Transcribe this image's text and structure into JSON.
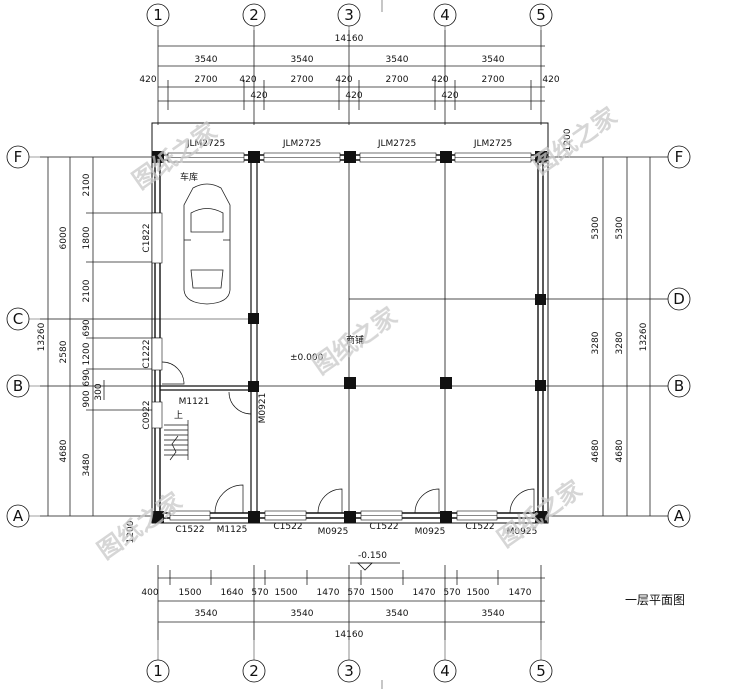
{
  "axes_vertical": [
    "1",
    "2",
    "3",
    "4",
    "5"
  ],
  "axes_horizontal_left": [
    "F",
    "C",
    "B",
    "A"
  ],
  "axes_horizontal_right": [
    "F",
    "D",
    "B",
    "A"
  ],
  "dims_top": {
    "total": "14160",
    "bays": [
      "3540",
      "3540",
      "3540",
      "3540"
    ],
    "sub_row1": [
      "420",
      "2700",
      "420",
      "2700",
      "420",
      "2700",
      "420",
      "2700",
      "420"
    ],
    "sub_row2": [
      "420",
      "420",
      "420"
    ]
  },
  "dims_bottom": {
    "sub": [
      "400",
      "1500",
      "1640",
      "570",
      "1500",
      "1470",
      "570",
      "1500",
      "1470",
      "570",
      "1500",
      "1470"
    ],
    "bays": [
      "3540",
      "3540",
      "3540",
      "3540"
    ],
    "total": "14160"
  },
  "dims_left": {
    "total": "13260",
    "major": [
      "6000",
      "2580",
      "4680"
    ],
    "minor": [
      "2100",
      "1800",
      "2100",
      "690",
      "1200",
      "690",
      "900",
      "3480"
    ],
    "tiny": [
      "300",
      "1200"
    ]
  },
  "dims_right": {
    "major": [
      "5300",
      "3280",
      "4680"
    ],
    "minor": [
      "5300",
      "3280",
      "4680"
    ],
    "total": "13260",
    "tiny": "1200"
  },
  "labels": {
    "top_windows": [
      "JLM2725",
      "JLM2725",
      "JLM2725",
      "JLM2725"
    ],
    "bottom_openings": [
      "C1522",
      "M1125",
      "C1522",
      "M0925",
      "C1522",
      "M0925",
      "C1522",
      "M0925"
    ],
    "left_windows": [
      "C1822",
      "C1222",
      "C0922"
    ],
    "door_m1121": "M1121",
    "door_m0921": "M0921",
    "garage": "车库",
    "shop": "商铺",
    "stair_up": "上",
    "elevation_main": "±0.000",
    "elevation_outside": "-0.150",
    "drawing_title": "一层平面图"
  },
  "watermark": "图纸之家"
}
